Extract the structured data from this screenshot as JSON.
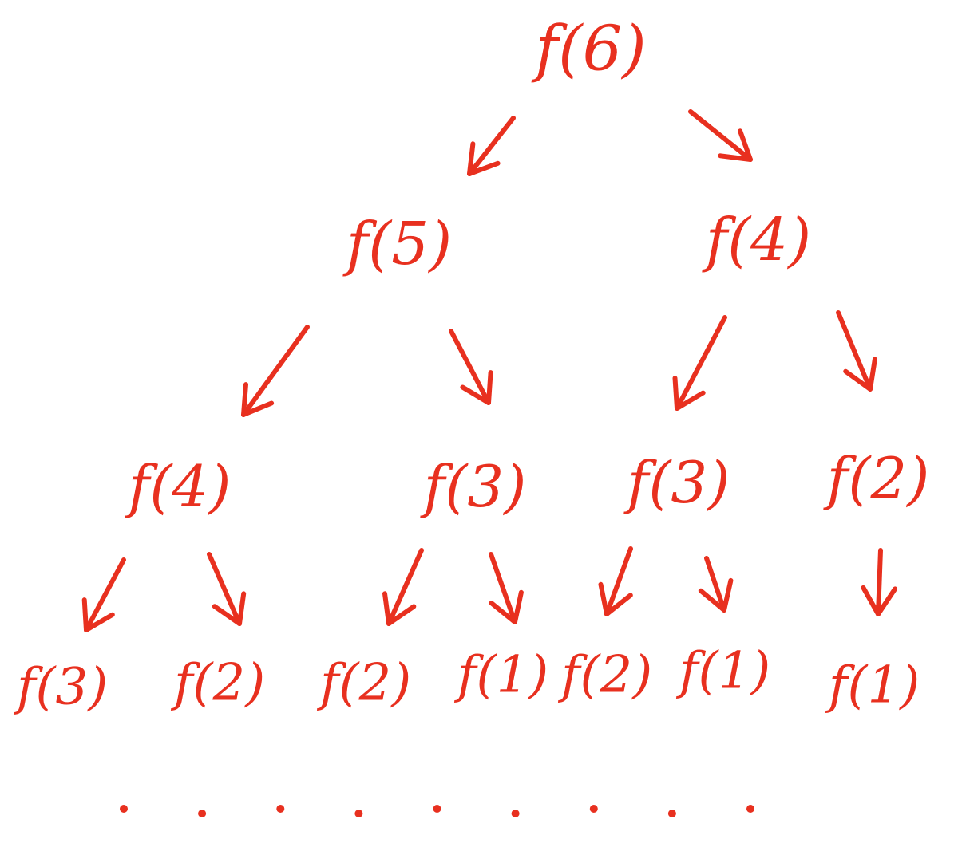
{
  "tree": {
    "accent_color": "#e8301f",
    "nodes": [
      {
        "id": "n6",
        "label": "f(6)",
        "level": 0
      },
      {
        "id": "n5",
        "label": "f(5)",
        "level": 1
      },
      {
        "id": "n4a",
        "label": "f(4)",
        "level": 1
      },
      {
        "id": "n4b",
        "label": "f(4)",
        "level": 2
      },
      {
        "id": "n3a",
        "label": "f(3)",
        "level": 2
      },
      {
        "id": "n3b",
        "label": "f(3)",
        "level": 2
      },
      {
        "id": "n2a",
        "label": "f(2)",
        "level": 2
      },
      {
        "id": "n3c",
        "label": "f(3)",
        "level": 3
      },
      {
        "id": "n2b",
        "label": "f(2)",
        "level": 3
      },
      {
        "id": "n2c",
        "label": "f(2)",
        "level": 3
      },
      {
        "id": "n1a",
        "label": "f(1)",
        "level": 3
      },
      {
        "id": "n2d",
        "label": "f(2)",
        "level": 3
      },
      {
        "id": "n1b",
        "label": "f(1)",
        "level": 3
      },
      {
        "id": "n1c",
        "label": "f(1)",
        "level": 3
      }
    ],
    "edges": [
      {
        "from": "n6",
        "to": "n5"
      },
      {
        "from": "n6",
        "to": "n4a"
      },
      {
        "from": "n5",
        "to": "n4b"
      },
      {
        "from": "n5",
        "to": "n3a"
      },
      {
        "from": "n4a",
        "to": "n3b"
      },
      {
        "from": "n4a",
        "to": "n2a"
      },
      {
        "from": "n4b",
        "to": "n3c"
      },
      {
        "from": "n4b",
        "to": "n2b"
      },
      {
        "from": "n3a",
        "to": "n2c"
      },
      {
        "from": "n3a",
        "to": "n1a"
      },
      {
        "from": "n3b",
        "to": "n2d"
      },
      {
        "from": "n3b",
        "to": "n1b"
      },
      {
        "from": "n2a",
        "to": "n1c"
      }
    ],
    "continuation_dot_count": 9
  }
}
